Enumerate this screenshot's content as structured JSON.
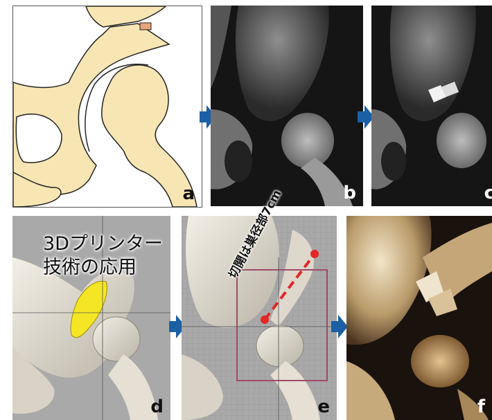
{
  "panels": {
    "a": {
      "label": "a"
    },
    "b": {
      "label": "b"
    },
    "c": {
      "label": "c"
    },
    "d": {
      "label": "d",
      "caption_line1": "3Dプリンター",
      "caption_line2": "技術の応用"
    },
    "e": {
      "label": "e",
      "annotation": "切開は巣径部7cm"
    },
    "f": {
      "label": "f"
    }
  },
  "colors": {
    "arrow": "#1b5fa5",
    "bone_drawing": "#f7e6b3",
    "graft": "#e7a47a",
    "guide_yellow": "#f5e625",
    "incision_line": "#e32626",
    "guide_box": "#a04a6a"
  },
  "icons": [
    "right-arrow-icon"
  ]
}
